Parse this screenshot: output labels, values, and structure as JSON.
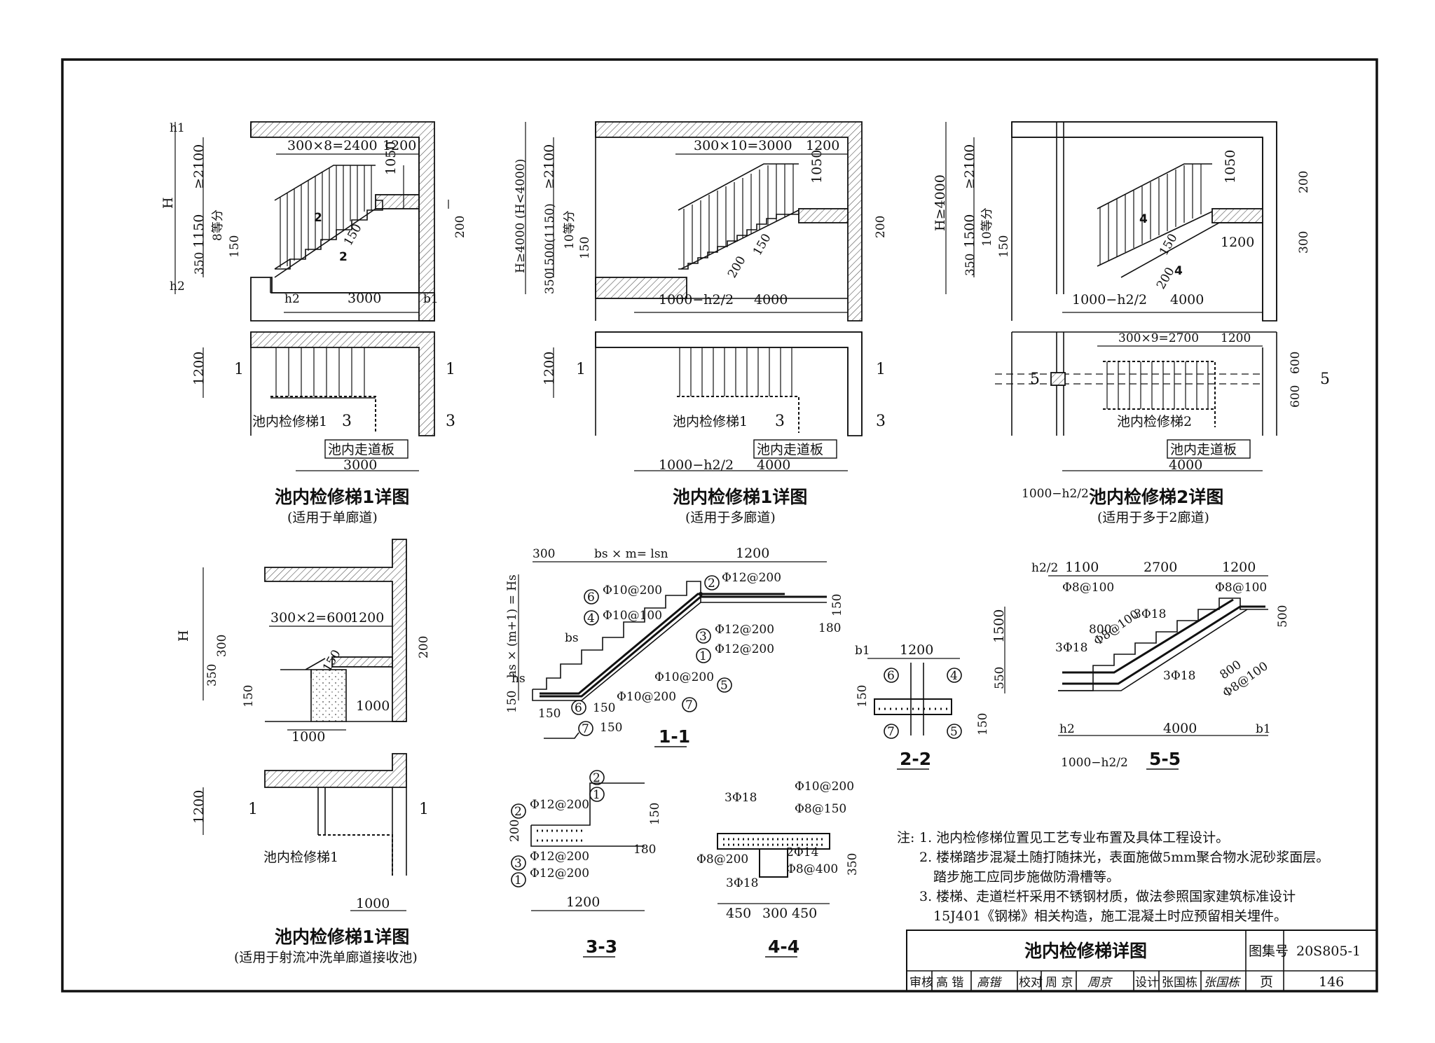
{
  "views": {
    "stair1_single": {
      "title": "池内检修梯1详图",
      "subtitle": "(适用于单廊道)",
      "dims": {
        "run": "300×8=2400",
        "land": "1200",
        "h1050": "1050",
        "h2100": "≥2100",
        "H": "H",
        "h1150": "1150",
        "div": "8等分",
        "h150": "150",
        "h350": "350",
        "h200": "200",
        "b1": "b1",
        "h1": "h1",
        "h2": "h2",
        "w3000": "3000",
        "p1200": "1200",
        "p3000": "3000",
        "s150": "150",
        "cut22": "2",
        "cut1": "1",
        "cut3": "3"
      },
      "labels": {
        "ladder": "池内检修梯1",
        "walkway": "池内走道板"
      }
    },
    "stair1_multi": {
      "title": "池内检修梯1详图",
      "subtitle": "(适用于多廊道)",
      "dims": {
        "run": "300×10=3000",
        "land": "1200",
        "h1050": "1050",
        "h2100": "≥2100",
        "H": "H≥4000 (H<4000)",
        "h1500": "1500(1150)",
        "div": "10等分",
        "h150": "150",
        "h350": "350",
        "h200": "200",
        "s200": "200",
        "s150": "150",
        "w4000": "4000",
        "w1000": "1000−h2/2",
        "p1200": "1200",
        "p4000": "4000"
      },
      "labels": {
        "ladder": "池内检修梯1",
        "walkway": "池内走道板"
      }
    },
    "stair2": {
      "title": "池内检修梯2详图",
      "subtitle": "(适用于多于2廊道)",
      "dims": {
        "h1050": "1050",
        "h2100": "≥2100",
        "H": "H≥4000",
        "h1500": "1500",
        "div": "10等分",
        "h150": "150",
        "h350": "350",
        "h200": "200",
        "h300": "300",
        "w1200": "1200",
        "s150": "150",
        "s200": "200",
        "w4000": "4000",
        "w1000": "1000−h2/2",
        "run": "300×9=2700",
        "land": "1200",
        "p600": "600",
        "p600b": "600",
        "p4000": "4000",
        "p1000": "1000−h2/2",
        "cut4": "4",
        "cut5": "5"
      },
      "labels": {
        "ladder": "池内检修梯2",
        "walkway": "池内走道板"
      }
    },
    "stair1_jet": {
      "title": "池内检修梯1详图",
      "subtitle": "(适用于射流冲洗单廊道接收池)",
      "dims": {
        "run": "300×2=600",
        "land": "1200",
        "H": "H",
        "h300": "300",
        "h350": "350",
        "h150": "150",
        "h200": "200",
        "s150": "150",
        "w1000": "1000",
        "b1000": "1000",
        "p1200": "1200",
        "p1000": "1000"
      },
      "labels": {
        "ladder": "池内检修梯1"
      }
    },
    "sec11": {
      "title": "1-1",
      "texts": {
        "d300": "300",
        "bsm": "bs × m= lsn",
        "d1200": "1200",
        "hsm": "hs × (m+1) = Hs",
        "bs": "bs",
        "hs": "hs",
        "d150": "150",
        "d150b": "150",
        "d180": "180",
        "d150c": "150",
        "d150d": "150",
        "d150e": "150",
        "r6": "Φ10@200",
        "r4": "Φ10@100",
        "r2": "Φ12@200",
        "r3": "Φ12@200",
        "r1": "Φ12@200",
        "r5": "Φ10@200",
        "r7": "Φ10@200",
        "n1": "1",
        "n2": "2",
        "n3": "3",
        "n4": "4",
        "n5": "5",
        "n6": "6",
        "n7": "7"
      }
    },
    "sec22": {
      "title": "2-2",
      "texts": {
        "d1200": "1200",
        "b1": "b1",
        "d150": "150",
        "d150b": "150",
        "n4": "4",
        "n5": "5",
        "n6": "6",
        "n7": "7"
      }
    },
    "sec33": {
      "title": "3-3",
      "texts": {
        "r2": "Φ12@200",
        "r3": "Φ12@200",
        "r1": "Φ12@200",
        "d200": "200",
        "d150": "150",
        "d180": "180",
        "d1200": "1200",
        "n1": "1",
        "n2": "2",
        "n3": "3"
      }
    },
    "sec44": {
      "title": "4-4",
      "texts": {
        "a": "3Φ18",
        "b": "Φ10@200",
        "c": "Φ8@150",
        "d": "Φ8@200",
        "e": "2Φ14",
        "f": "Φ8@400",
        "g": "3Φ18",
        "h350": "350",
        "w450": "450",
        "w300": "300",
        "w450b": "450"
      }
    },
    "sec55": {
      "title": "5-5",
      "texts": {
        "h2": "h2/2",
        "d1100": "1100",
        "d2700": "2700",
        "d1200": "1200",
        "r100a": "Φ8@100",
        "r100b": "Φ8@100",
        "r18a": "3Φ18",
        "r800a": "800",
        "r100c": "Φ8@100",
        "r18b": "3Φ18",
        "r18c": "3Φ18",
        "r800b": "800",
        "r100d": "Φ8@100",
        "h1500": "1500",
        "h550": "550",
        "h500": "500",
        "w4000": "4000",
        "w1000": "1000−h2/2",
        "hh2": "h2",
        "bb1": "b1"
      }
    }
  },
  "notes": {
    "head": "注:",
    "items": [
      "1. 池内检修梯位置见工艺专业布置及具体工程设计。",
      "2. 楼梯踏步混凝土随打随抹光，表面施做5mm聚合物水泥砂浆面层。",
      "踏步施工应同步施做防滑槽等。",
      "3. 楼梯、走道栏杆采用不锈钢材质，做法参照国家建筑标准设计",
      "15J401《钢梯》相关构造，施工混凝土时应预留相关埋件。"
    ]
  },
  "title_block": {
    "drawing_title": "池内检修梯详图",
    "atlas_label": "图集号",
    "atlas_no": "20S805-1",
    "review_label": "审核",
    "reviewer": "高 锴",
    "reviewer_sign": "高锴",
    "check_label": "校对",
    "checker": "周 京",
    "checker_sign": "周京",
    "design_label": "设计",
    "designer": "张国栋",
    "designer_sign": "张国栋",
    "page_label": "页",
    "page_no": "146"
  }
}
